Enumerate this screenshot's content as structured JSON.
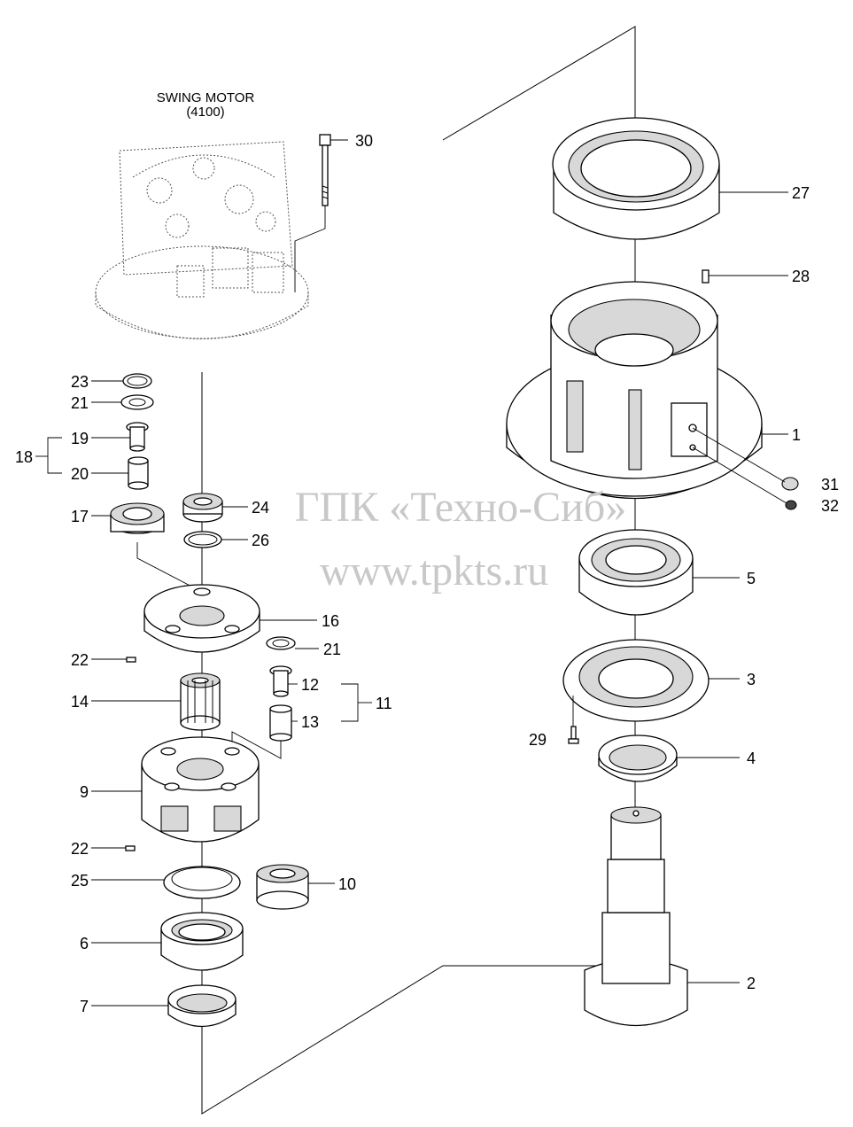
{
  "diagram": {
    "title_line1": "SWING MOTOR",
    "title_line2": "(4100)",
    "watermark_line1": "ГПК «Техно-Сиб»",
    "watermark_line2": "www.tpkts.ru",
    "callouts": {
      "c1": "1",
      "c2": "2",
      "c3": "3",
      "c4": "4",
      "c5": "5",
      "c6": "6",
      "c7": "7",
      "c9": "9",
      "c10": "10",
      "c11": "11",
      "c12": "12",
      "c13": "13",
      "c14": "14",
      "c16": "16",
      "c17": "17",
      "c18": "18",
      "c19": "19",
      "c20": "20",
      "c21a": "21",
      "c21b": "21",
      "c22a": "22",
      "c22b": "22",
      "c23": "23",
      "c24": "24",
      "c25": "25",
      "c26": "26",
      "c27": "27",
      "c28": "28",
      "c29": "29",
      "c30": "30",
      "c31": "31",
      "c32": "32"
    }
  }
}
